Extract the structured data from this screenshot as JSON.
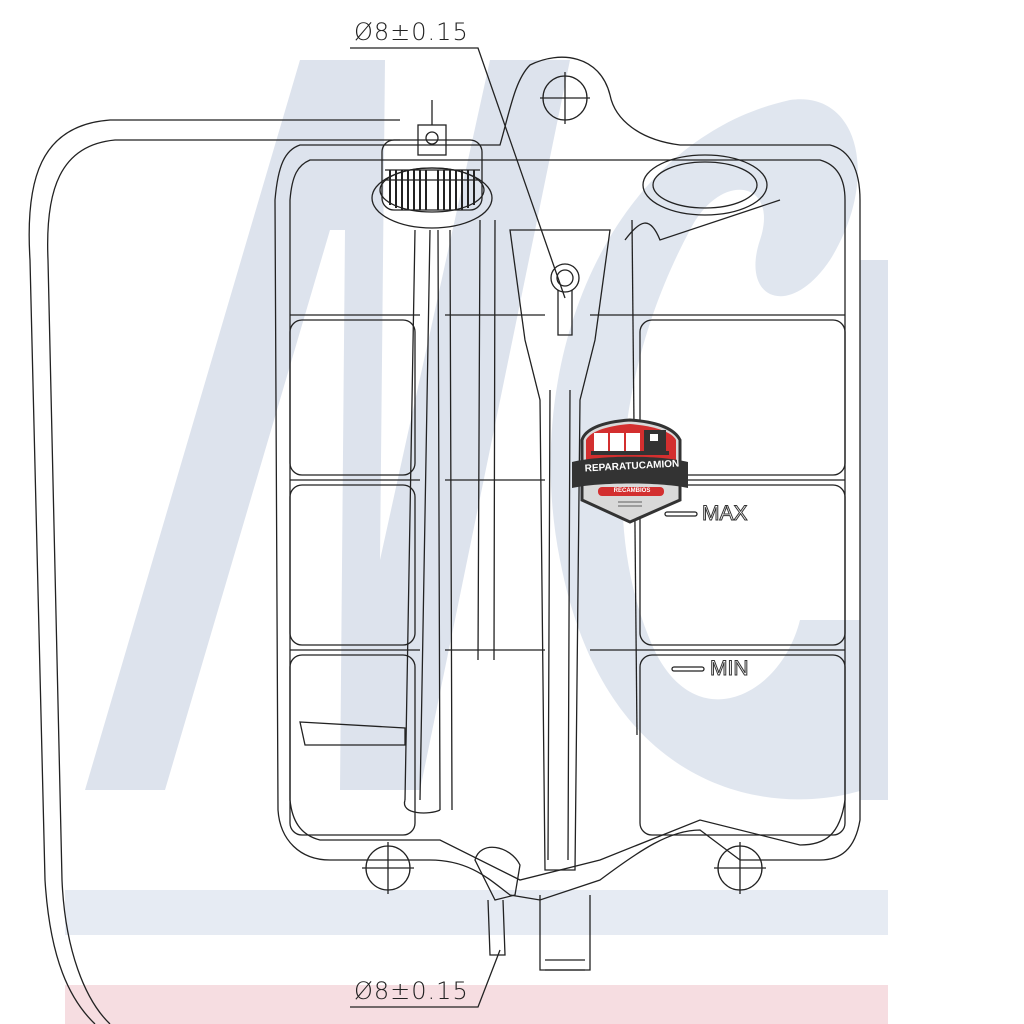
{
  "dimensions": {
    "top_hose": "Ø8±0.15",
    "bottom_hose": "Ø8±0.15"
  },
  "levels": {
    "max": "MAX",
    "min": "MIN"
  },
  "logo": {
    "name": "REPARATUCAMION",
    "subtitle": "RECAMBIOS"
  },
  "colors": {
    "watermark": "#dfe4ee",
    "band_blue": "#e6ebf3",
    "band_pink": "#f6dde1",
    "logo_red": "#d32f2f",
    "logo_dark": "#333333"
  }
}
